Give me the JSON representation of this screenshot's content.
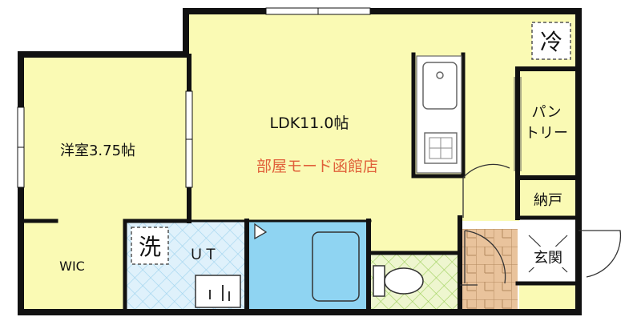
{
  "rooms": {
    "ldk": "LDK11.0帖",
    "western": "洋室3.75帖",
    "wic": "WIC",
    "ut": "ＵＴ",
    "pantry_line1": "パン",
    "pantry_line2": "トリー",
    "storage": "納戸",
    "entrance": "玄関"
  },
  "markers": {
    "fridge": "冷",
    "washer": "洗"
  },
  "watermark": "部屋モード函館店",
  "colors": {
    "room_fill": "#fafab4",
    "tile_fill": "#dff1fb",
    "tile_grid": "#9fd3ee",
    "bath_fill": "#8fd4f2",
    "toilet_fill": "#eef6cf",
    "toilet_grid": "#9fd15e",
    "entrance_fill": "#e9c39c",
    "wall": "#111111",
    "watermark": "#e0603a"
  }
}
